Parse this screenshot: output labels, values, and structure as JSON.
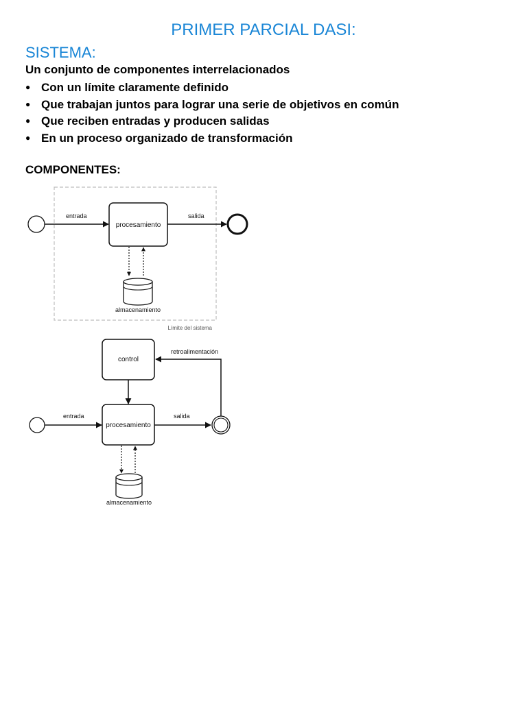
{
  "header": {
    "title": "PRIMER PARCIAL DASI:"
  },
  "section": {
    "title": "SISTEMA:",
    "intro": "Un conjunto de componentes interrelacionados",
    "bullets": [
      "Con un límite claramente definido",
      "Que trabajan juntos para lograr una serie de objetivos en común",
      "Que reciben entradas y producen salidas",
      "En un proceso organizado de transformación"
    ],
    "bullet_glyph": "●"
  },
  "components": {
    "title": "COMPONENTES:"
  },
  "diagram1": {
    "input_label": "entrada",
    "process_label": "procesamiento",
    "output_label": "salida",
    "storage_label": "almacenamiento",
    "boundary_label": "Límite del sistema"
  },
  "diagram2": {
    "control_label": "control",
    "feedback_label": "retroalimentación",
    "input_label": "entrada",
    "process_label": "procesamiento",
    "output_label": "salida",
    "storage_label": "almacenamiento"
  },
  "colors": {
    "heading": "#1a86d6",
    "boundary": "#bdbdbd"
  }
}
